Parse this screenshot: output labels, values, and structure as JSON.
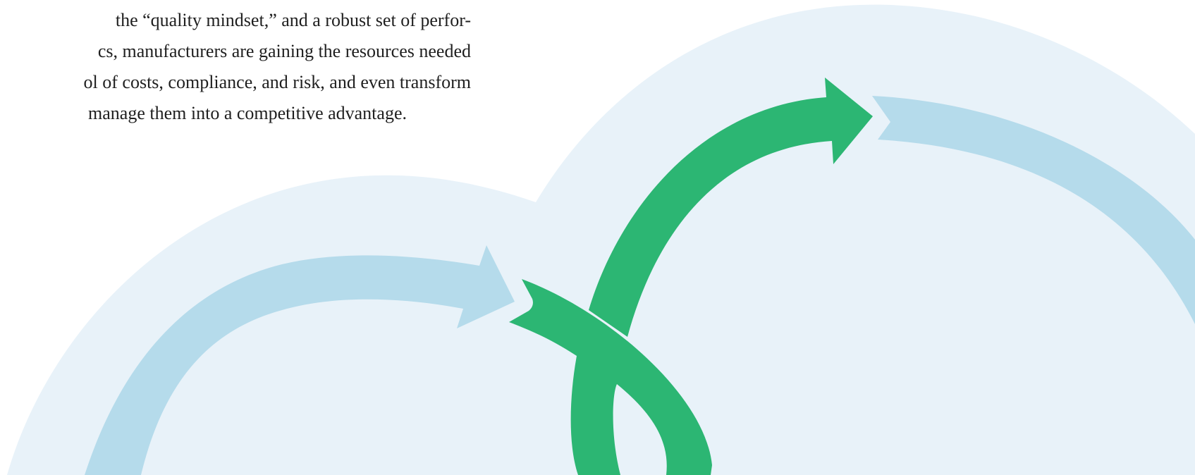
{
  "body_text": {
    "lines": [
      "the “quality mindset,” and a robust set of perfor-",
      "cs, manufacturers are gaining the resources needed",
      "ol of costs, compliance, and risk, and even transform",
      "manage them into a competitive advantage."
    ]
  },
  "colors": {
    "text": "#1f1f1f",
    "background_blob": "#e8f2f9",
    "light_blue_arrow": "#b5dbeb",
    "green_arrow": "#2cb673"
  },
  "icons": {
    "blue_arrow_left": "arrow-loop-icon",
    "blue_arrow_right": "arrow-loop-icon",
    "green_arrow": "infinity-arrow-icon"
  }
}
